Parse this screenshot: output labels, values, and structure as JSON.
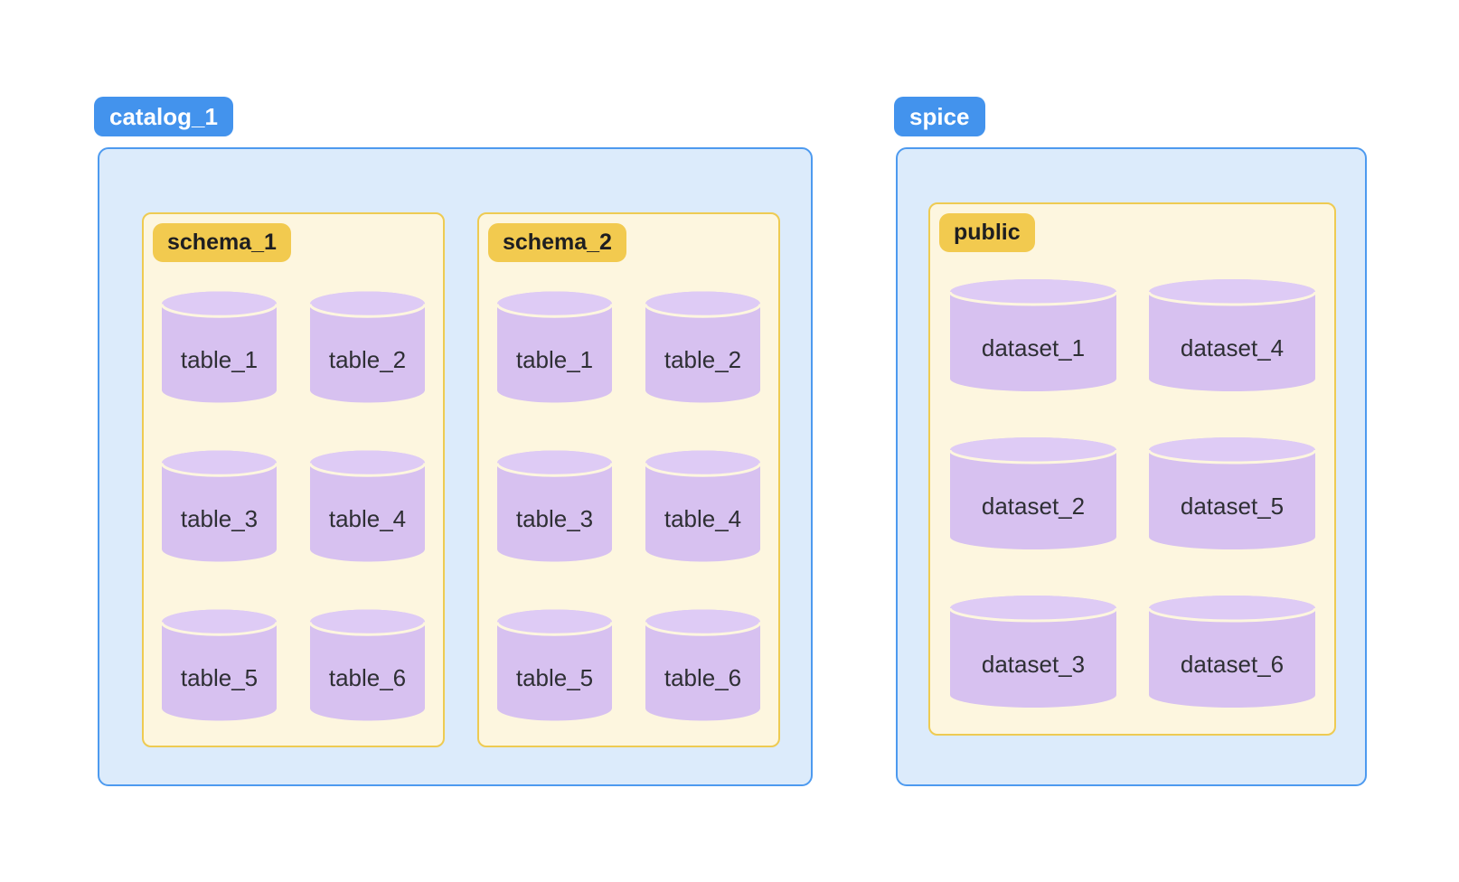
{
  "colors": {
    "blue_badge": "#4393ED",
    "blue_badge_text": "#FFFFFF",
    "panel_bg": "#DCEBFB",
    "panel_border": "#4D9AEF",
    "group_bg": "#FDF6DF",
    "group_border": "#EECB52",
    "gold_badge": "#F2CA4F",
    "gold_badge_text": "#1E1E21",
    "cylinder_body": "#D7C1F0",
    "cylinder_top": "#DECBF5",
    "label_text": "#2E2F34"
  },
  "clusters": [
    {
      "badge": "catalog_1",
      "groups": [
        {
          "badge": "schema_1",
          "items": [
            "table_1",
            "table_2",
            "table_3",
            "table_4",
            "table_5",
            "table_6"
          ]
        },
        {
          "badge": "schema_2",
          "items": [
            "table_1",
            "table_2",
            "table_3",
            "table_4",
            "table_5",
            "table_6"
          ]
        }
      ]
    },
    {
      "badge": "spice",
      "groups": [
        {
          "badge": "public",
          "items": [
            "dataset_1",
            "dataset_2",
            "dataset_3",
            "dataset_4",
            "dataset_5",
            "dataset_6"
          ]
        }
      ]
    }
  ]
}
